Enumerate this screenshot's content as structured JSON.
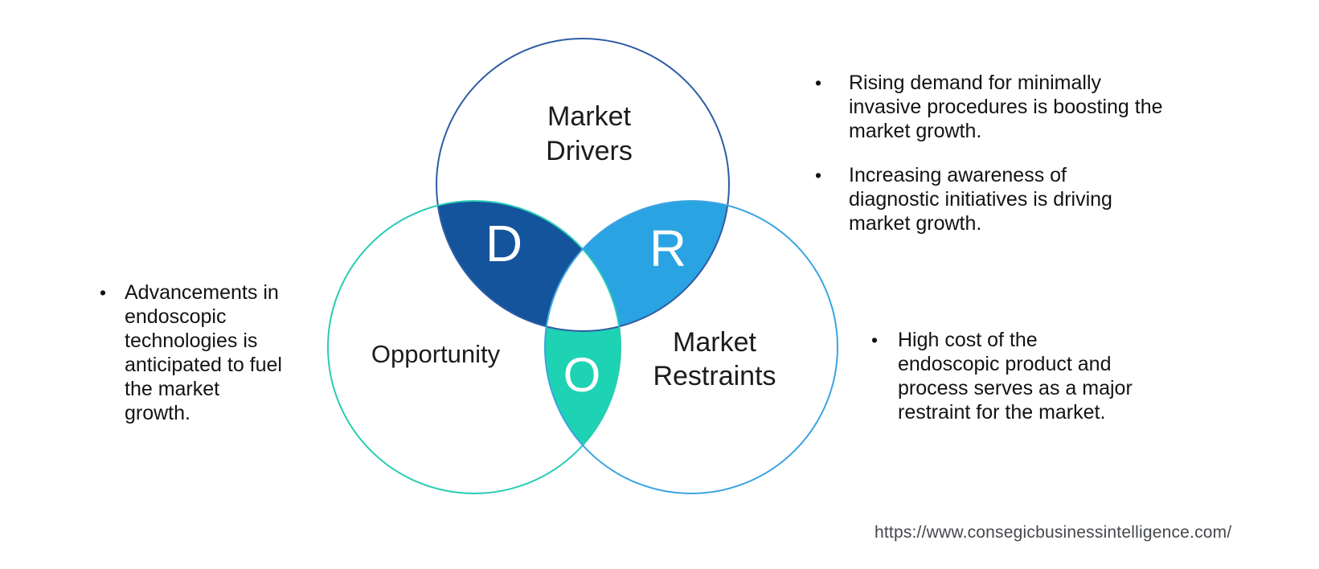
{
  "diagram": {
    "letters": {
      "d": "D",
      "r": "R",
      "o": "O"
    },
    "labels": {
      "drivers": [
        "Market",
        "Drivers"
      ],
      "opportunity": [
        "Opportunity"
      ],
      "restraints": [
        "Market",
        "Restraints"
      ]
    }
  },
  "insights": {
    "bullet_glyph": "•",
    "left": [
      {
        "lines": [
          "Advancements in",
          "endoscopic",
          "technologies is",
          "anticipated to fuel",
          "the market",
          "growth."
        ]
      }
    ],
    "right_top": [
      {
        "lines": [
          "Rising demand for minimally",
          "invasive procedures is boosting the",
          "market growth."
        ]
      },
      {
        "lines": [
          "Increasing awareness of",
          "diagnostic initiatives is driving",
          "market growth."
        ]
      }
    ],
    "right_bottom": [
      {
        "lines": [
          "High cost of the",
          "endoscopic product and",
          "process serves as a major",
          "restraint for the market."
        ]
      }
    ]
  },
  "footer": {
    "source_url": "https://www.consegicbusinessintelligence.com/"
  },
  "colors": {
    "drivers_stroke": "#2d5da4",
    "opportunity_stroke": "#28ccb4",
    "restraints_stroke": "#3ba4e2",
    "drivers_opportunity_fill": "#14549c",
    "drivers_restraints_fill": "#2aa3e2",
    "opportunity_restraints_fill": "#1ed2b4",
    "center_fill": "#ffffff"
  }
}
